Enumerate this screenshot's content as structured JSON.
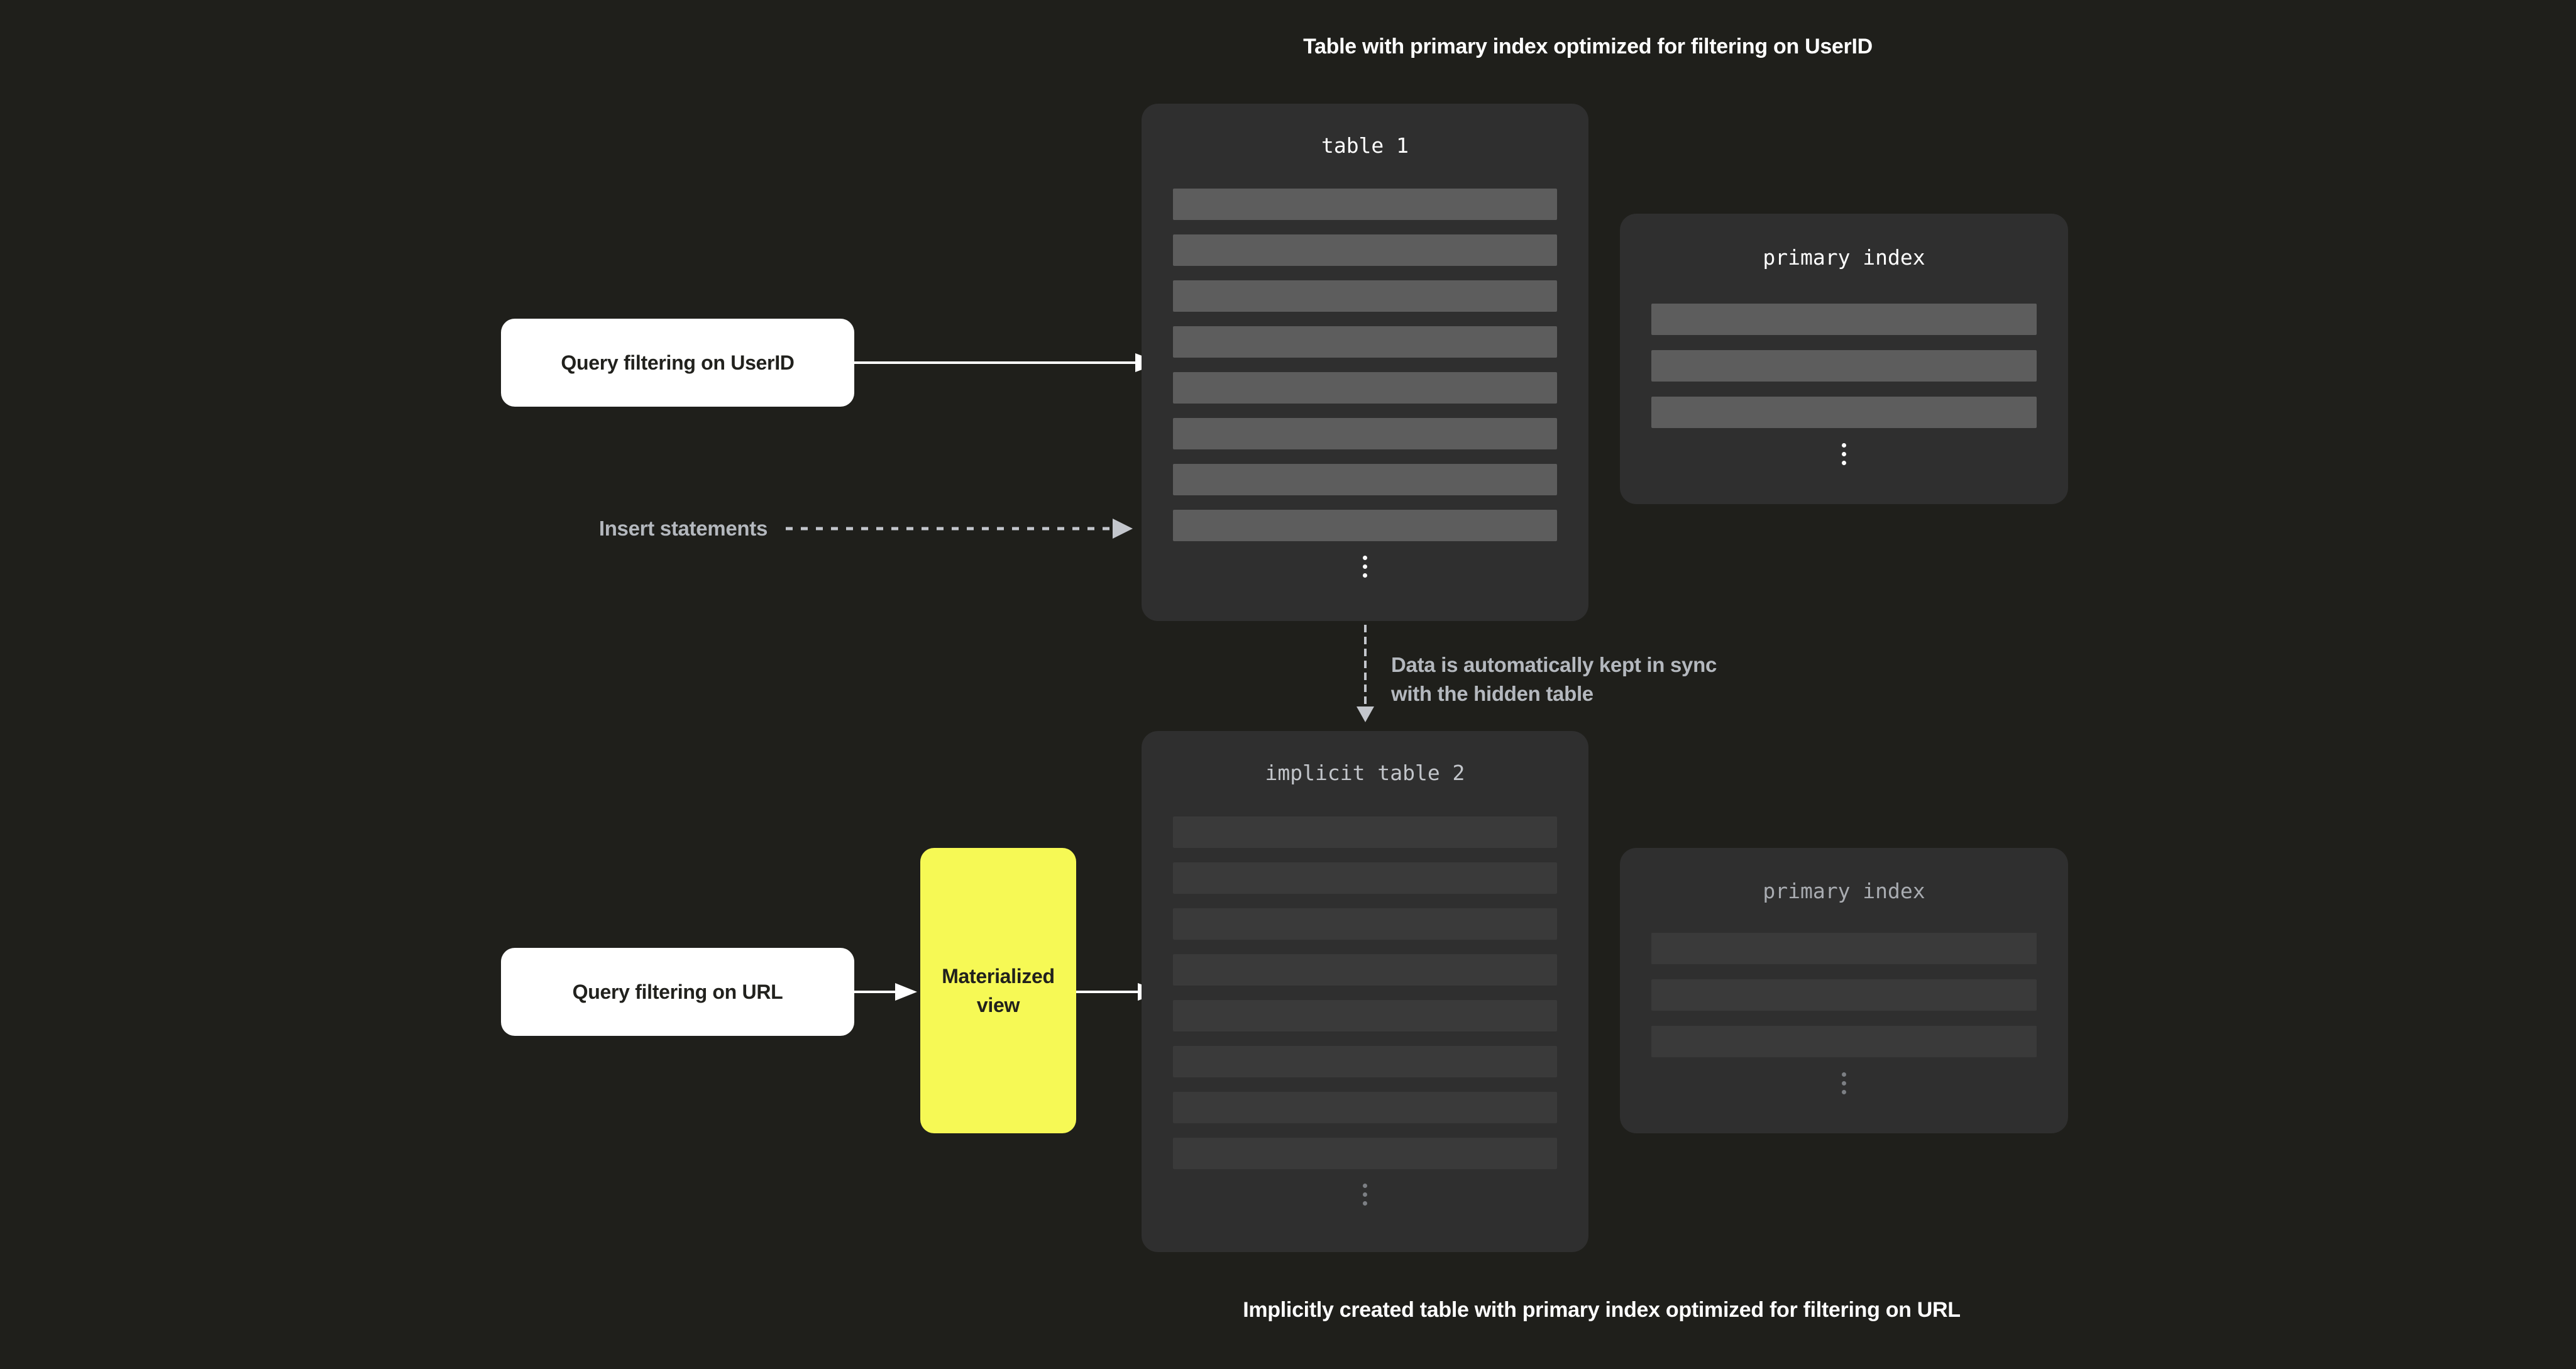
{
  "titles": {
    "top": "Table with primary index optimized for filtering on UserID",
    "bottom": "Implicitly created table with primary index optimized for filtering on URL"
  },
  "table1": {
    "title": "table 1",
    "row_count": 8
  },
  "primary_index_top": {
    "title": "primary index",
    "row_count": 3
  },
  "table2": {
    "title": "implicit table 2",
    "row_count": 8
  },
  "primary_index_bottom": {
    "title": "primary index",
    "row_count": 3
  },
  "nodes": {
    "query_userid": "Query filtering on UserID",
    "query_url": "Query filtering on URL",
    "materialized_view": "Materialized view"
  },
  "labels": {
    "insert_statements": "Insert statements",
    "sync_line1": "Data is automatically kept in sync",
    "sync_line2": "with the hidden table"
  },
  "icons": {
    "more_rows_top_table": "vertical-ellipsis-dots",
    "more_rows_top_index": "vertical-ellipsis-dots",
    "more_rows_bottom_table": "vertical-ellipsis-dots",
    "more_rows_bottom_index": "vertical-ellipsis-dots"
  },
  "colors": {
    "background": "#1f1f1b",
    "panel": "#2f2f2f",
    "row_bright": "#5d5d5d",
    "row_dim": "#3a3a3a",
    "text_white": "#ffffff",
    "text_gray": "#b4b8be",
    "text_gray_bright": "#c2c5ca",
    "text_gray_dim": "#a9acb1",
    "dots_dim": "#7c7f84",
    "accent_yellow": "#f6f955",
    "node_text": "#21211d",
    "arrow_gray": "#c3c6cc"
  }
}
